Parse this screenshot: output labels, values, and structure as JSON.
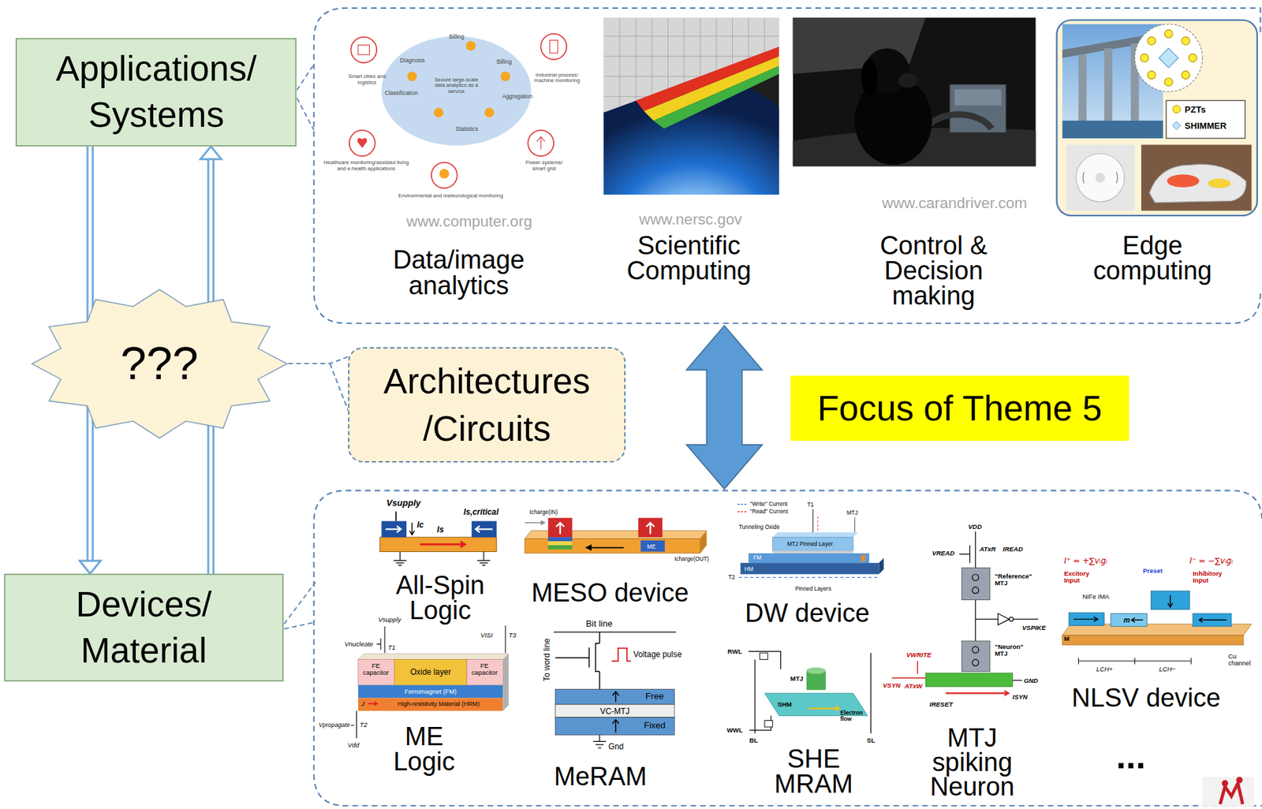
{
  "diagram": {
    "nodes": [
      {
        "text": [
          "Applications/ Systems"
        ]
      },
      {
        "text": [
          "???"
        ]
      },
      {
        "text": [
          "Architectures /Circuits"
        ]
      },
      {
        "text": [
          "Focus of Theme 5"
        ]
      },
      {
        "text": [
          "Devices/ Material"
        ]
      }
    ],
    "edges": [
      {
        "from": 0,
        "to": 4,
        "arrow": "to"
      },
      {
        "from": 4,
        "to": 0,
        "arrow": "to"
      },
      {
        "from": 1,
        "to": 2,
        "arrow": "none"
      }
    ],
    "labels": [
      "www.computer.org",
      "www.nersc.gov",
      "www.carandriver.com",
      "Data/image analytics",
      "Scientific Computing",
      "Control & Decision making",
      "Edge computing",
      "Billing",
      "Diagnosis",
      "Billing",
      "Secure large-scale data analytics as a service",
      "Classification",
      "Aggregation",
      "Statistics",
      "Smart cities and logistics",
      "Industrial process/ machine monitoring",
      "Healthcare monitoring/assisted living and e-health applications",
      "Power systems/ smart grid",
      "Environmental and meteorological monitoring",
      "All-Spin Logic",
      "MESO device",
      "DW device",
      "ME Logic",
      "MeRAM",
      "SHE MRAM",
      "MTJ spiking Neuron",
      "NLSV device",
      "...",
      "Vsupply",
      "Ic",
      "Is",
      "Is,critical",
      "Icharge(IN)",
      "ME",
      "Icharge(OUT)",
      "T1",
      "MTJ",
      "Tunneling Oxide",
      "MTJ Pinned Layer",
      "FM",
      "HM",
      "Pinned Layers",
      "T2",
      "Vsupply",
      "Vnucleate",
      "T1",
      "VISI",
      "T3",
      "Oxide layer",
      "FE capacitor",
      "FE capacitor",
      "Ferromagnet (FM)",
      "High-resistivity Material (HRM)",
      "J",
      "Vpropagate",
      "T2",
      "Vdd",
      "Bit line",
      "To word line",
      "Voltage pulse",
      "Free",
      "VC-MTJ",
      "Fixed",
      "Gnd",
      "RWL",
      "WWL",
      "BL",
      "SL",
      "MTJ",
      "SHM",
      "Electron flow",
      "VDD",
      "VREAD",
      "ATxR",
      "IREAD",
      "\"Reference\" MTJ",
      "VSPIKE",
      "\"Neuron\" MTJ",
      "GND",
      "VWRITE",
      "ATxW",
      "VSYN",
      "IRESET",
      "ISYN",
      "I⁺ = +∑vᵢgᵢ",
      "Excitory Input",
      "Preset",
      "I⁻ = −∑vᵢgᵢ",
      "Inhibitory Input",
      "NiFe IMA",
      "m",
      "M",
      "Cu channel",
      "LCH+",
      "LCH−"
    ],
    "legend": [
      {
        "text": "PZTs"
      },
      {
        "text": "SHIMMER"
      },
      {
        "text": "\"Write\" Current"
      },
      {
        "text": "\"Read\" Current"
      }
    ]
  }
}
